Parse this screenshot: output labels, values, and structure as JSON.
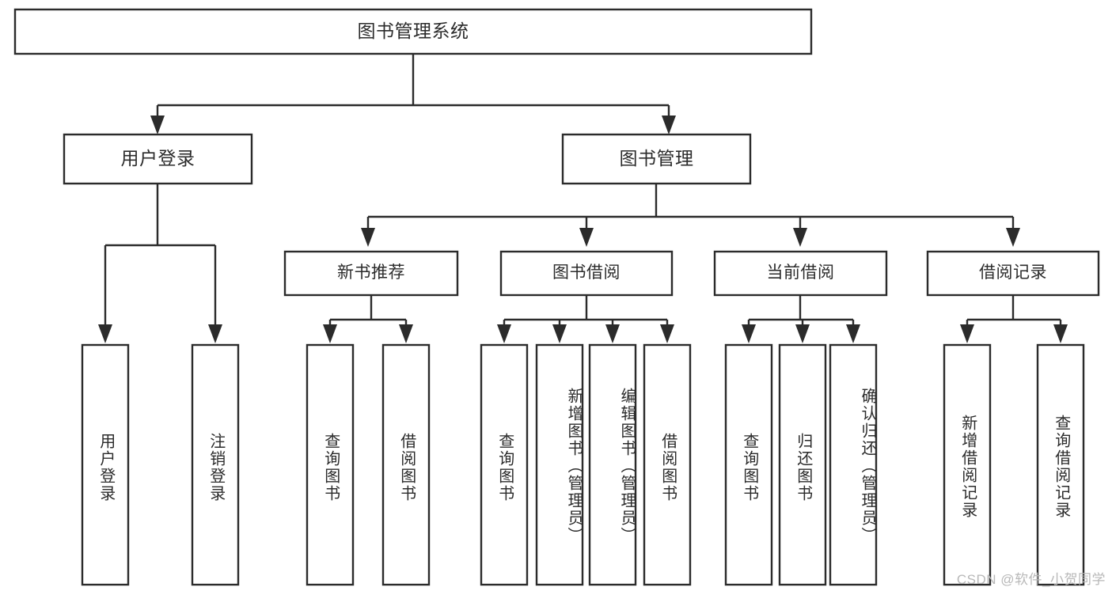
{
  "diagram": {
    "type": "tree",
    "title": "图书管理系统",
    "watermark": "CSDN @软件_小贺同学",
    "colors": {
      "stroke": "#2b2b2b",
      "fill": "#ffffff",
      "text": "#2b2b2b",
      "watermark": "#b8b8b8",
      "background": "#ffffff"
    },
    "levels": {
      "root": {
        "label": "图书管理系统"
      },
      "level2": [
        {
          "label": "用户登录"
        },
        {
          "label": "图书管理"
        }
      ],
      "level3": [
        {
          "label": "新书推荐"
        },
        {
          "label": "图书借阅"
        },
        {
          "label": "当前借阅"
        },
        {
          "label": "借阅记录"
        }
      ],
      "leaves": [
        {
          "label": "用户登录",
          "parent": "用户登录"
        },
        {
          "label": "注销登录",
          "parent": "用户登录"
        },
        {
          "label": "查询图书",
          "parent": "新书推荐"
        },
        {
          "label": "借阅图书",
          "parent": "新书推荐"
        },
        {
          "label": "查询图书",
          "parent": "图书借阅"
        },
        {
          "label": "新增图书（管理员）",
          "parent": "图书借阅"
        },
        {
          "label": "编辑图书（管理员）",
          "parent": "图书借阅"
        },
        {
          "label": "借阅图书",
          "parent": "图书借阅"
        },
        {
          "label": "查询图书",
          "parent": "当前借阅"
        },
        {
          "label": "归还图书",
          "parent": "当前借阅"
        },
        {
          "label": "确认归还（管理员）",
          "parent": "当前借阅"
        },
        {
          "label": "新增借阅记录",
          "parent": "借阅记录"
        },
        {
          "label": "查询借阅记录",
          "parent": "借阅记录"
        }
      ]
    }
  }
}
